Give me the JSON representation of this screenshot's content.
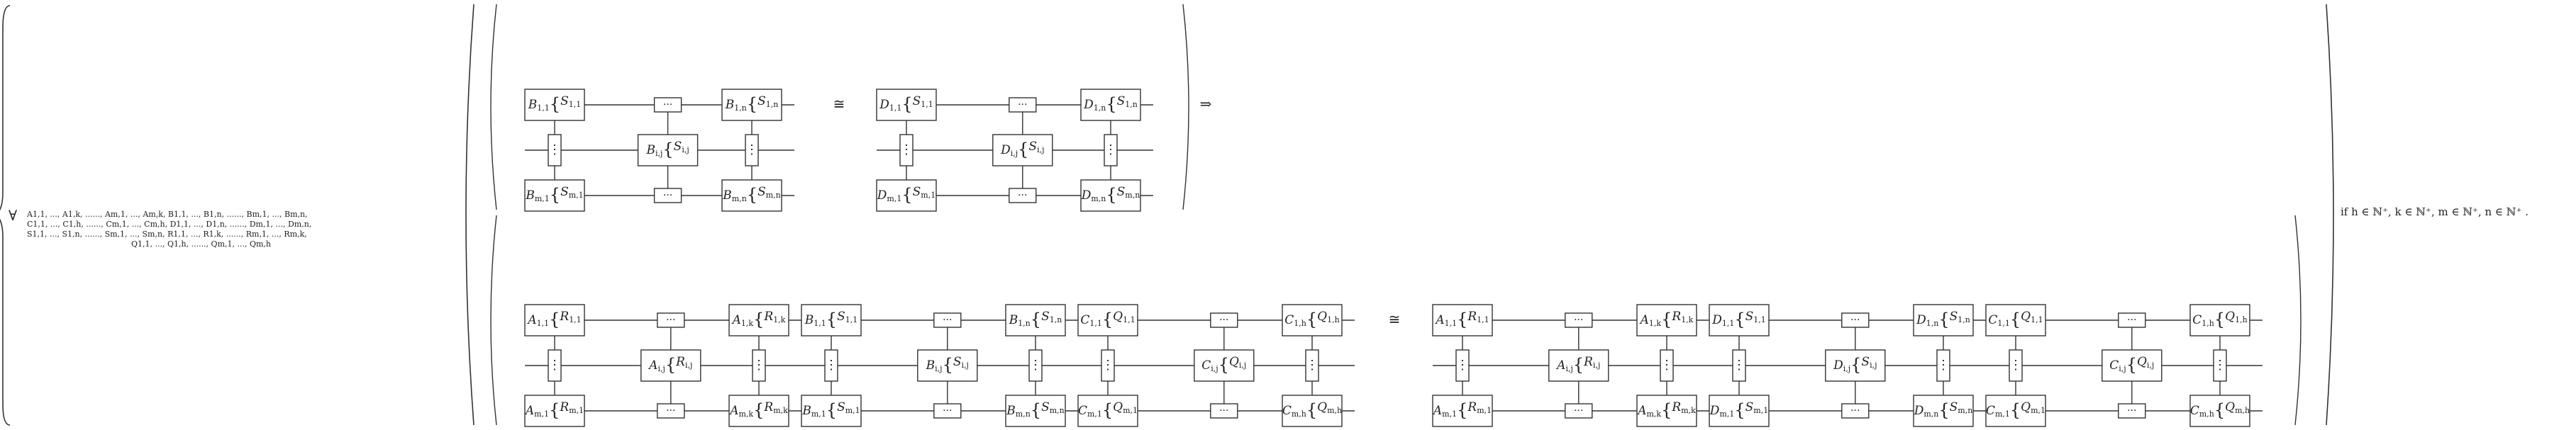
{
  "quantifier": "∀",
  "variable_list": [
    "A1,1, ..., A1,k, ......, Am,1, ..., Am,k, B1,1, ..., B1,n, ......, Bm,1, ..., Bm,n,",
    "C1,1, ..., C1,h, ......, Cm,1, ..., Cm,h, D1,1, ..., D1,n, ......, Dm,1, ..., Dm,n,",
    "S1,1, ..., S1,n, ......, Sm,1, ..., Sm,n, R1,1, ..., R1,k, ......, Rm,1, ..., Rm,k,",
    "Q1,1, ..., Q1,h, ......, Qm,1, ..., Qm,h"
  ],
  "symbols": {
    "congruent": "≅",
    "implies": "⇒",
    "dots": "···",
    "vdots": "⋮"
  },
  "condition": "if h ∈ ℕ⁺, k ∈ ℕ⁺, m ∈ ℕ⁺, n ∈ ℕ⁺ .",
  "premise": {
    "left": {
      "tl": [
        "B",
        "1,1",
        "S",
        "1,1"
      ],
      "tr": [
        "B",
        "1,n",
        "S",
        "1,n"
      ],
      "mid": [
        "B",
        "i,j",
        "S",
        "i,j"
      ],
      "bl": [
        "B",
        "m,1",
        "S",
        "m,1"
      ],
      "br": [
        "B",
        "m,n",
        "S",
        "m,n"
      ]
    },
    "right": {
      "tl": [
        "D",
        "1,1",
        "S",
        "1,1"
      ],
      "tr": [
        "D",
        "1,n",
        "S",
        "1,n"
      ],
      "mid": [
        "D",
        "i,j",
        "S",
        "i,j"
      ],
      "bl": [
        "D",
        "m,1",
        "S",
        "m,1"
      ],
      "br": [
        "D",
        "m,n",
        "S",
        "m,n"
      ]
    }
  },
  "conclusion": {
    "left": [
      {
        "tl": [
          "A",
          "1,1",
          "R",
          "1,1"
        ],
        "tr": [
          "A",
          "1,k",
          "R",
          "1,k"
        ],
        "mid": [
          "A",
          "i,j",
          "R",
          "i,j"
        ],
        "bl": [
          "A",
          "m,1",
          "R",
          "m,1"
        ],
        "br": [
          "A",
          "m,k",
          "R",
          "m,k"
        ]
      },
      {
        "tl": [
          "B",
          "1,1",
          "S",
          "1,1"
        ],
        "tr": [
          "B",
          "1,n",
          "S",
          "1,n"
        ],
        "mid": [
          "B",
          "i,j",
          "S",
          "i,j"
        ],
        "bl": [
          "B",
          "m,1",
          "S",
          "m,1"
        ],
        "br": [
          "B",
          "m,n",
          "S",
          "m,n"
        ]
      },
      {
        "tl": [
          "C",
          "1,1",
          "Q",
          "1,1"
        ],
        "tr": [
          "C",
          "1,h",
          "Q",
          "1,h"
        ],
        "mid": [
          "C",
          "i,j",
          "Q",
          "i,j"
        ],
        "bl": [
          "C",
          "m,1",
          "Q",
          "m,1"
        ],
        "br": [
          "C",
          "m,h",
          "Q",
          "m,h"
        ]
      }
    ],
    "right": [
      {
        "tl": [
          "A",
          "1,1",
          "R",
          "1,1"
        ],
        "tr": [
          "A",
          "1,k",
          "R",
          "1,k"
        ],
        "mid": [
          "A",
          "i,j",
          "R",
          "i,j"
        ],
        "bl": [
          "A",
          "m,1",
          "R",
          "m,1"
        ],
        "br": [
          "A",
          "m,k",
          "R",
          "m,k"
        ]
      },
      {
        "tl": [
          "D",
          "1,1",
          "S",
          "1,1"
        ],
        "tr": [
          "D",
          "1,n",
          "S",
          "1,n"
        ],
        "mid": [
          "D",
          "i,j",
          "S",
          "i,j"
        ],
        "bl": [
          "D",
          "m,1",
          "S",
          "m,1"
        ],
        "br": [
          "D",
          "m,n",
          "S",
          "m,n"
        ]
      },
      {
        "tl": [
          "C",
          "1,1",
          "Q",
          "1,1"
        ],
        "tr": [
          "C",
          "1,h",
          "Q",
          "1,h"
        ],
        "mid": [
          "C",
          "i,j",
          "Q",
          "i,j"
        ],
        "bl": [
          "C",
          "m,1",
          "Q",
          "m,1"
        ],
        "br": [
          "C",
          "m,h",
          "Q",
          "m,h"
        ]
      }
    ]
  }
}
